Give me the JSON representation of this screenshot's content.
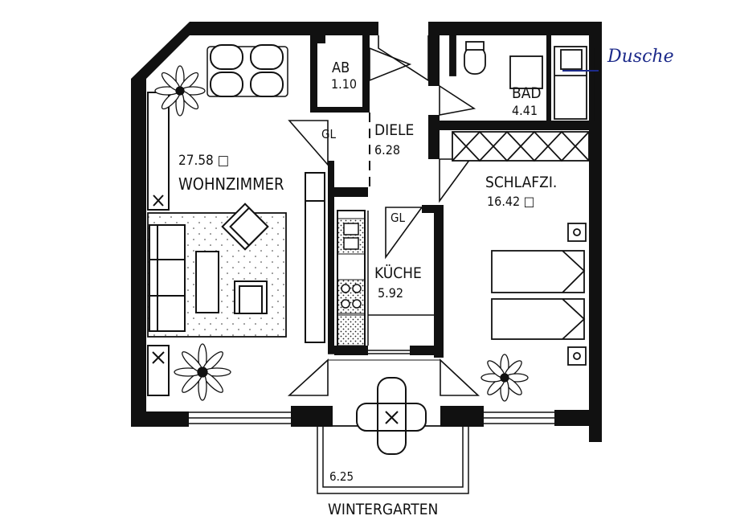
{
  "plan": {
    "rooms": {
      "wohnzimmer": {
        "name": "WOHNZIMMER",
        "area": "27.58 □"
      },
      "ab": {
        "name": "AB",
        "area": "1.10"
      },
      "diele": {
        "name": "DIELE",
        "area": "6.28"
      },
      "bad": {
        "name": "BAD",
        "area": "4.41"
      },
      "schlafzimmer": {
        "name": "SCHLAFZI.",
        "area": "16.42 □"
      },
      "kueche": {
        "name": "KÜCHE",
        "area": "5.92"
      },
      "wintergarten": {
        "name": "WINTERGARTEN",
        "area": "6.25"
      }
    },
    "marks": {
      "gl_diele": "GL",
      "gl_kueche": "GL"
    },
    "annotation": {
      "text": "Dusche",
      "color": "#1c2a8a"
    },
    "colors": {
      "wall": "#111111",
      "paper": "#ffffff"
    }
  }
}
